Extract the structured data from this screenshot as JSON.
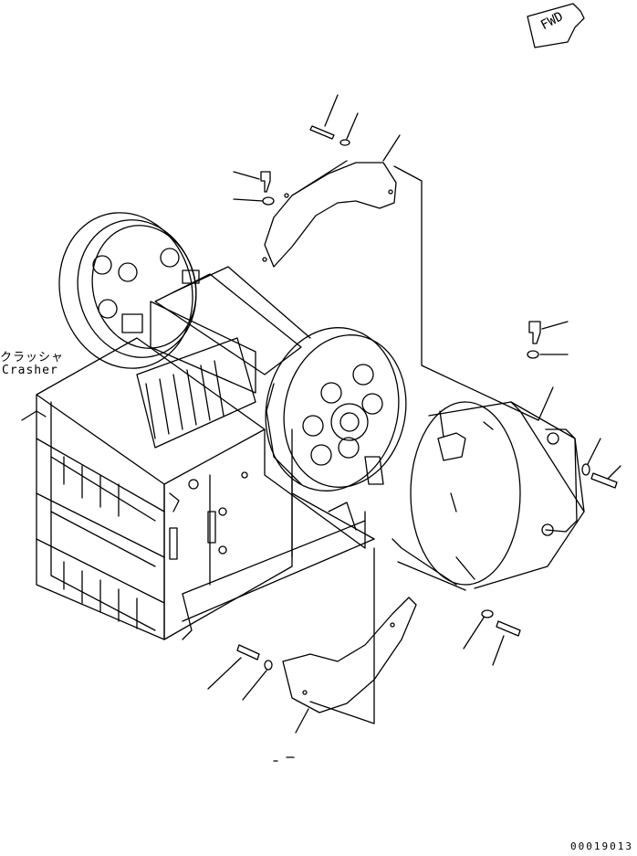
{
  "labels": {
    "crusher_jp": "クラッシャ",
    "crusher_en": "Crasher",
    "fwd": "FWD",
    "drawing_number": "00019013"
  },
  "colors": {
    "line": "#000000",
    "background": "#ffffff"
  }
}
